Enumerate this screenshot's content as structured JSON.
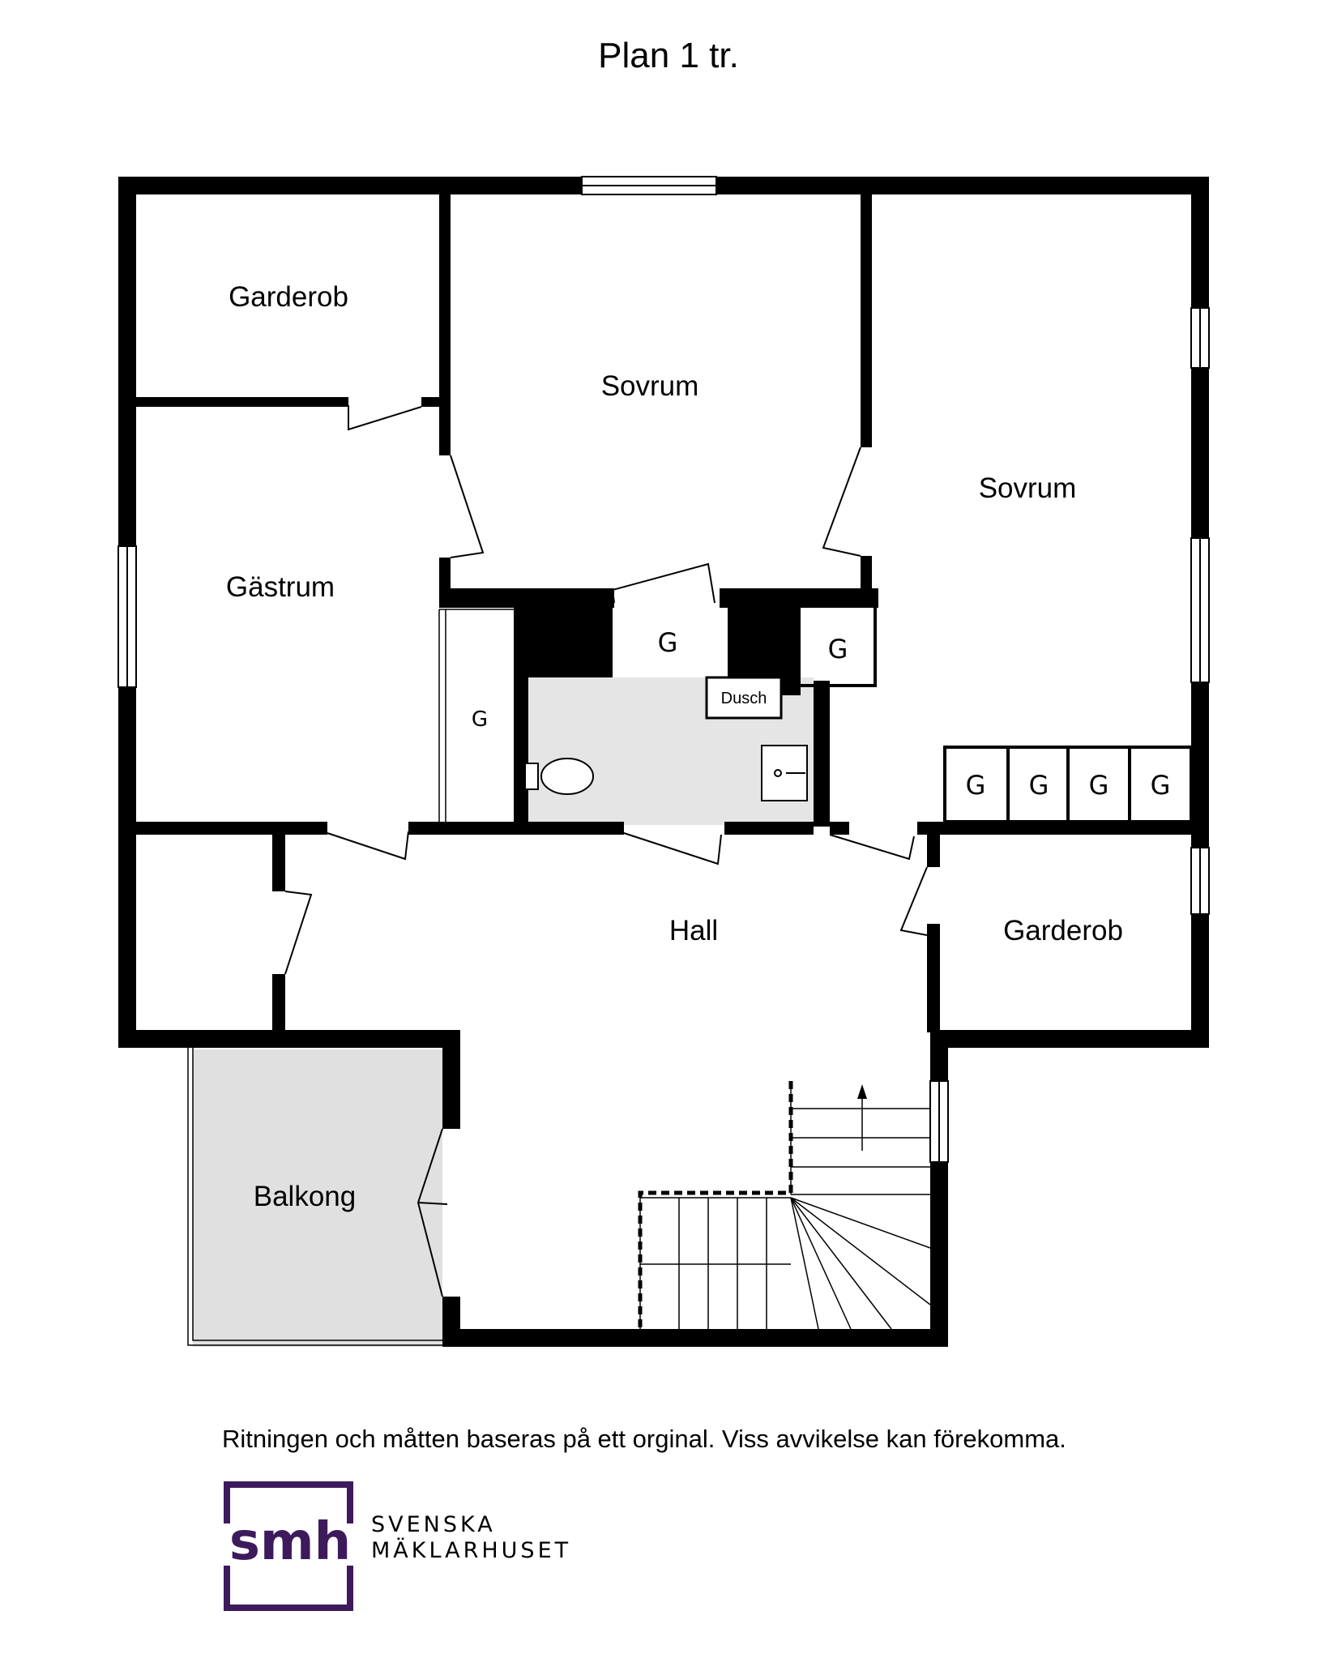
{
  "header": {
    "title": "Plan 1 tr."
  },
  "rooms": {
    "garderob_top": "Garderob",
    "sovrum_middle": "Sovrum",
    "sovrum_right": "Sovrum",
    "gastrum": "Gästrum",
    "hall": "Hall",
    "garderob_right": "Garderob",
    "balkong": "Balkong",
    "dusch": "Dusch"
  },
  "closets": {
    "label": "G",
    "count_wall_row": 4
  },
  "footer": {
    "disclaimer": "Ritningen och måtten baseras på ett orginal. Viss avvikelse kan förekomma."
  },
  "brand": {
    "logo_text": "smh",
    "line1": "SVENSKA",
    "line2": "MÄKLARHUSET",
    "color": "#3d1a5c"
  },
  "colors": {
    "wall": "#000000",
    "wet_room": "#e5e5e5",
    "balcony": "#e0e0e0"
  }
}
